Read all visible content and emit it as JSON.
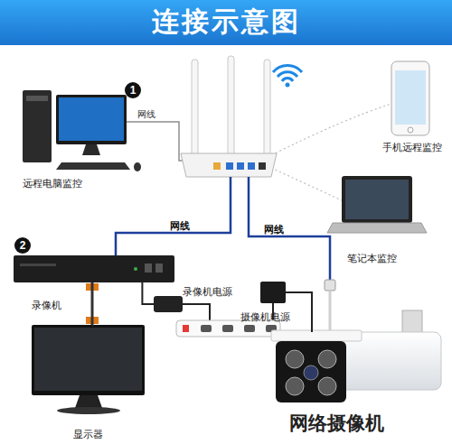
{
  "diagram": {
    "title": "连接示意图",
    "nodes": [
      {
        "text": [
          "远程电脑监控"
        ]
      },
      {
        "text": [
          "手机远程监控"
        ]
      },
      {
        "text": [
          "笔记本监控"
        ]
      },
      {
        "text": [
          "录像机"
        ]
      },
      {
        "text": [
          "显示器"
        ]
      },
      {
        "text": [
          "录像机电源"
        ]
      },
      {
        "text": [
          "摄像机电源"
        ]
      },
      {
        "text": [
          "网络摄像机"
        ]
      }
    ],
    "edges": [
      {
        "from": 3,
        "to": 4,
        "arrow": "none"
      },
      {
        "from": 5,
        "to": 3,
        "arrow": "none"
      },
      {
        "from": 6,
        "to": 7,
        "arrow": "none"
      }
    ],
    "labels": [
      "1",
      "网线",
      "网线",
      "网线",
      "2"
    ]
  }
}
